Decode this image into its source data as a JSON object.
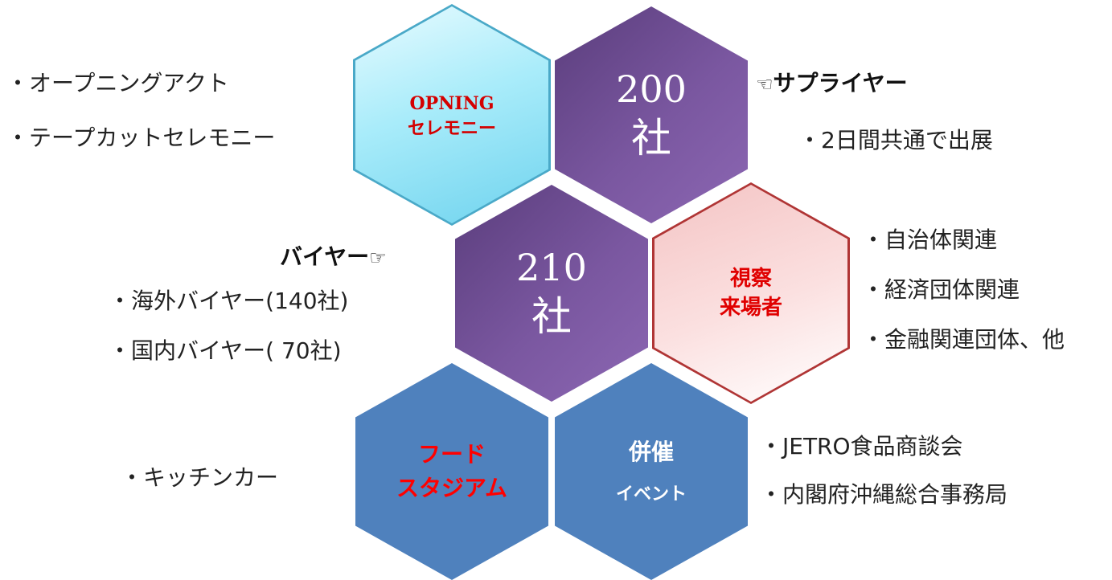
{
  "hexagons": {
    "opening": {
      "line1": "OPNING",
      "line2": "セレモニー"
    },
    "suppliers": {
      "number": "200",
      "unit": "社"
    },
    "buyers": {
      "number": "210",
      "unit": "社"
    },
    "visitors": {
      "line1": "視察",
      "line2": "来場者"
    },
    "food": {
      "line1": "フード",
      "line2": "スタジアム"
    },
    "event": {
      "line1": "併催",
      "line2": "イベント"
    }
  },
  "left_notes": {
    "opening": [
      "・オープニングアクト",
      "・テープカットセレモニー"
    ],
    "buyers": [
      "・海外バイヤー(140社)",
      "・国内バイヤー(  70社)"
    ],
    "food": [
      "・キッチンカー"
    ]
  },
  "right_notes": {
    "suppliers": [
      "・2日間共通で出展"
    ],
    "visitors": [
      "・自治体関連",
      "・経済団体関連",
      "・金融関連団体、他"
    ],
    "event": [
      "・JETRO食品商談会",
      "・内閣府沖縄総合事務局"
    ]
  },
  "headings": {
    "suppliers": {
      "icon": "☜",
      "label": "サプライヤー"
    },
    "buyers": {
      "label": "バイヤー",
      "icon": "☞"
    }
  },
  "colors": {
    "purple": "#7a57a0",
    "cyan": "#a9ecfa",
    "pink": "#f4c4c4",
    "blue": "#4f81bd",
    "red_text": "#d40000"
  }
}
